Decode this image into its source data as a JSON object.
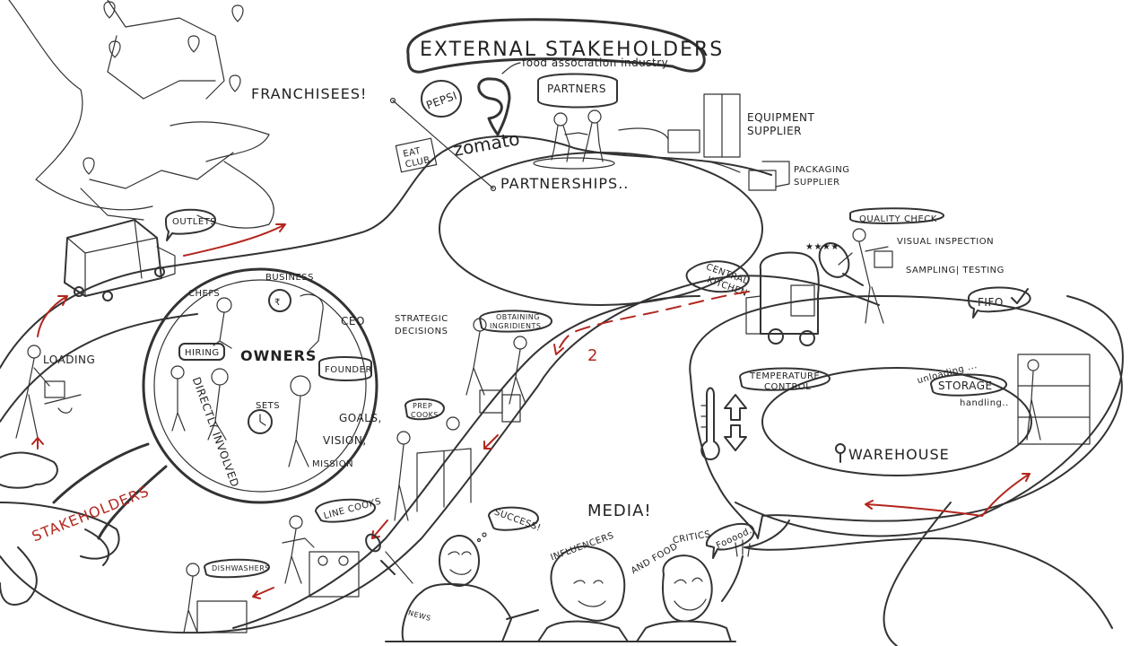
{
  "colors": {
    "ink": "#333333",
    "accent": "#b3261e",
    "paper": "#ffffff"
  },
  "labels": {
    "external_stakeholders": "EXTERNAL  STAKEHOLDERS",
    "food_association": "food association industry",
    "partners": "PARTNERS",
    "pepsi": "PEPSI",
    "zomato": "zomato",
    "eat_club_1": "EAT",
    "eat_club_2": "CLUB",
    "franchisees": "FRANCHISEES!",
    "partnerships": "PARTNERSHIPS..",
    "equipment_supplier_1": "EQUIPMENT",
    "equipment_supplier_2": "SUPPLIER",
    "packaging_supplier_1": "PACKAGING",
    "packaging_supplier_2": "SUPPLIER",
    "quality_check": "QUALITY CHECK",
    "visual_inspection": "VISUAL INSPECTION",
    "sampling_testing": "SAMPLING| TESTING",
    "central_kitchen_1": "CENTRAL",
    "central_kitchen_2": "KITCHEN",
    "fifo": "FIFO",
    "outlets": "OUTLETS",
    "loading": "LOADING",
    "chefs": "CHEFS",
    "business": "BUSINESS",
    "ceo": "CEO",
    "hiring": "HIRING",
    "owners": "OWNERS",
    "founder": "FOUNDER",
    "sets": "SETS",
    "goals": "GOALS,",
    "vision": "VISION,",
    "mission": "MISSION",
    "directly_involved": "DIRECTLY INVOLVED",
    "stakeholders": "STAKEHOLDERS",
    "strategic_1": "STRATEGIC",
    "strategic_2": "DECISIONS",
    "obtaining_1": "OBTAINING",
    "obtaining_2": "INGRIDIENTS",
    "step_number": "2",
    "prep_cooks_1": "PREP",
    "prep_cooks_2": "COOKS",
    "line_cooks": "LINE COOKS",
    "dishwashers": "DISHWASHERS",
    "temperature_1": "TEMPERATURE",
    "temperature_2": "CONTROL",
    "unloading": "unloading ...",
    "storage": "STORAGE",
    "handling": "handling..",
    "warehouse": "WAREHOUSE",
    "media": "MEDIA!",
    "success": "SUCCESS!",
    "influencers": "INFLUENCERS",
    "and_food": "AND  FOOD",
    "critics": "CRITICS",
    "foood": "Fooood.",
    "news": "NEWS"
  }
}
